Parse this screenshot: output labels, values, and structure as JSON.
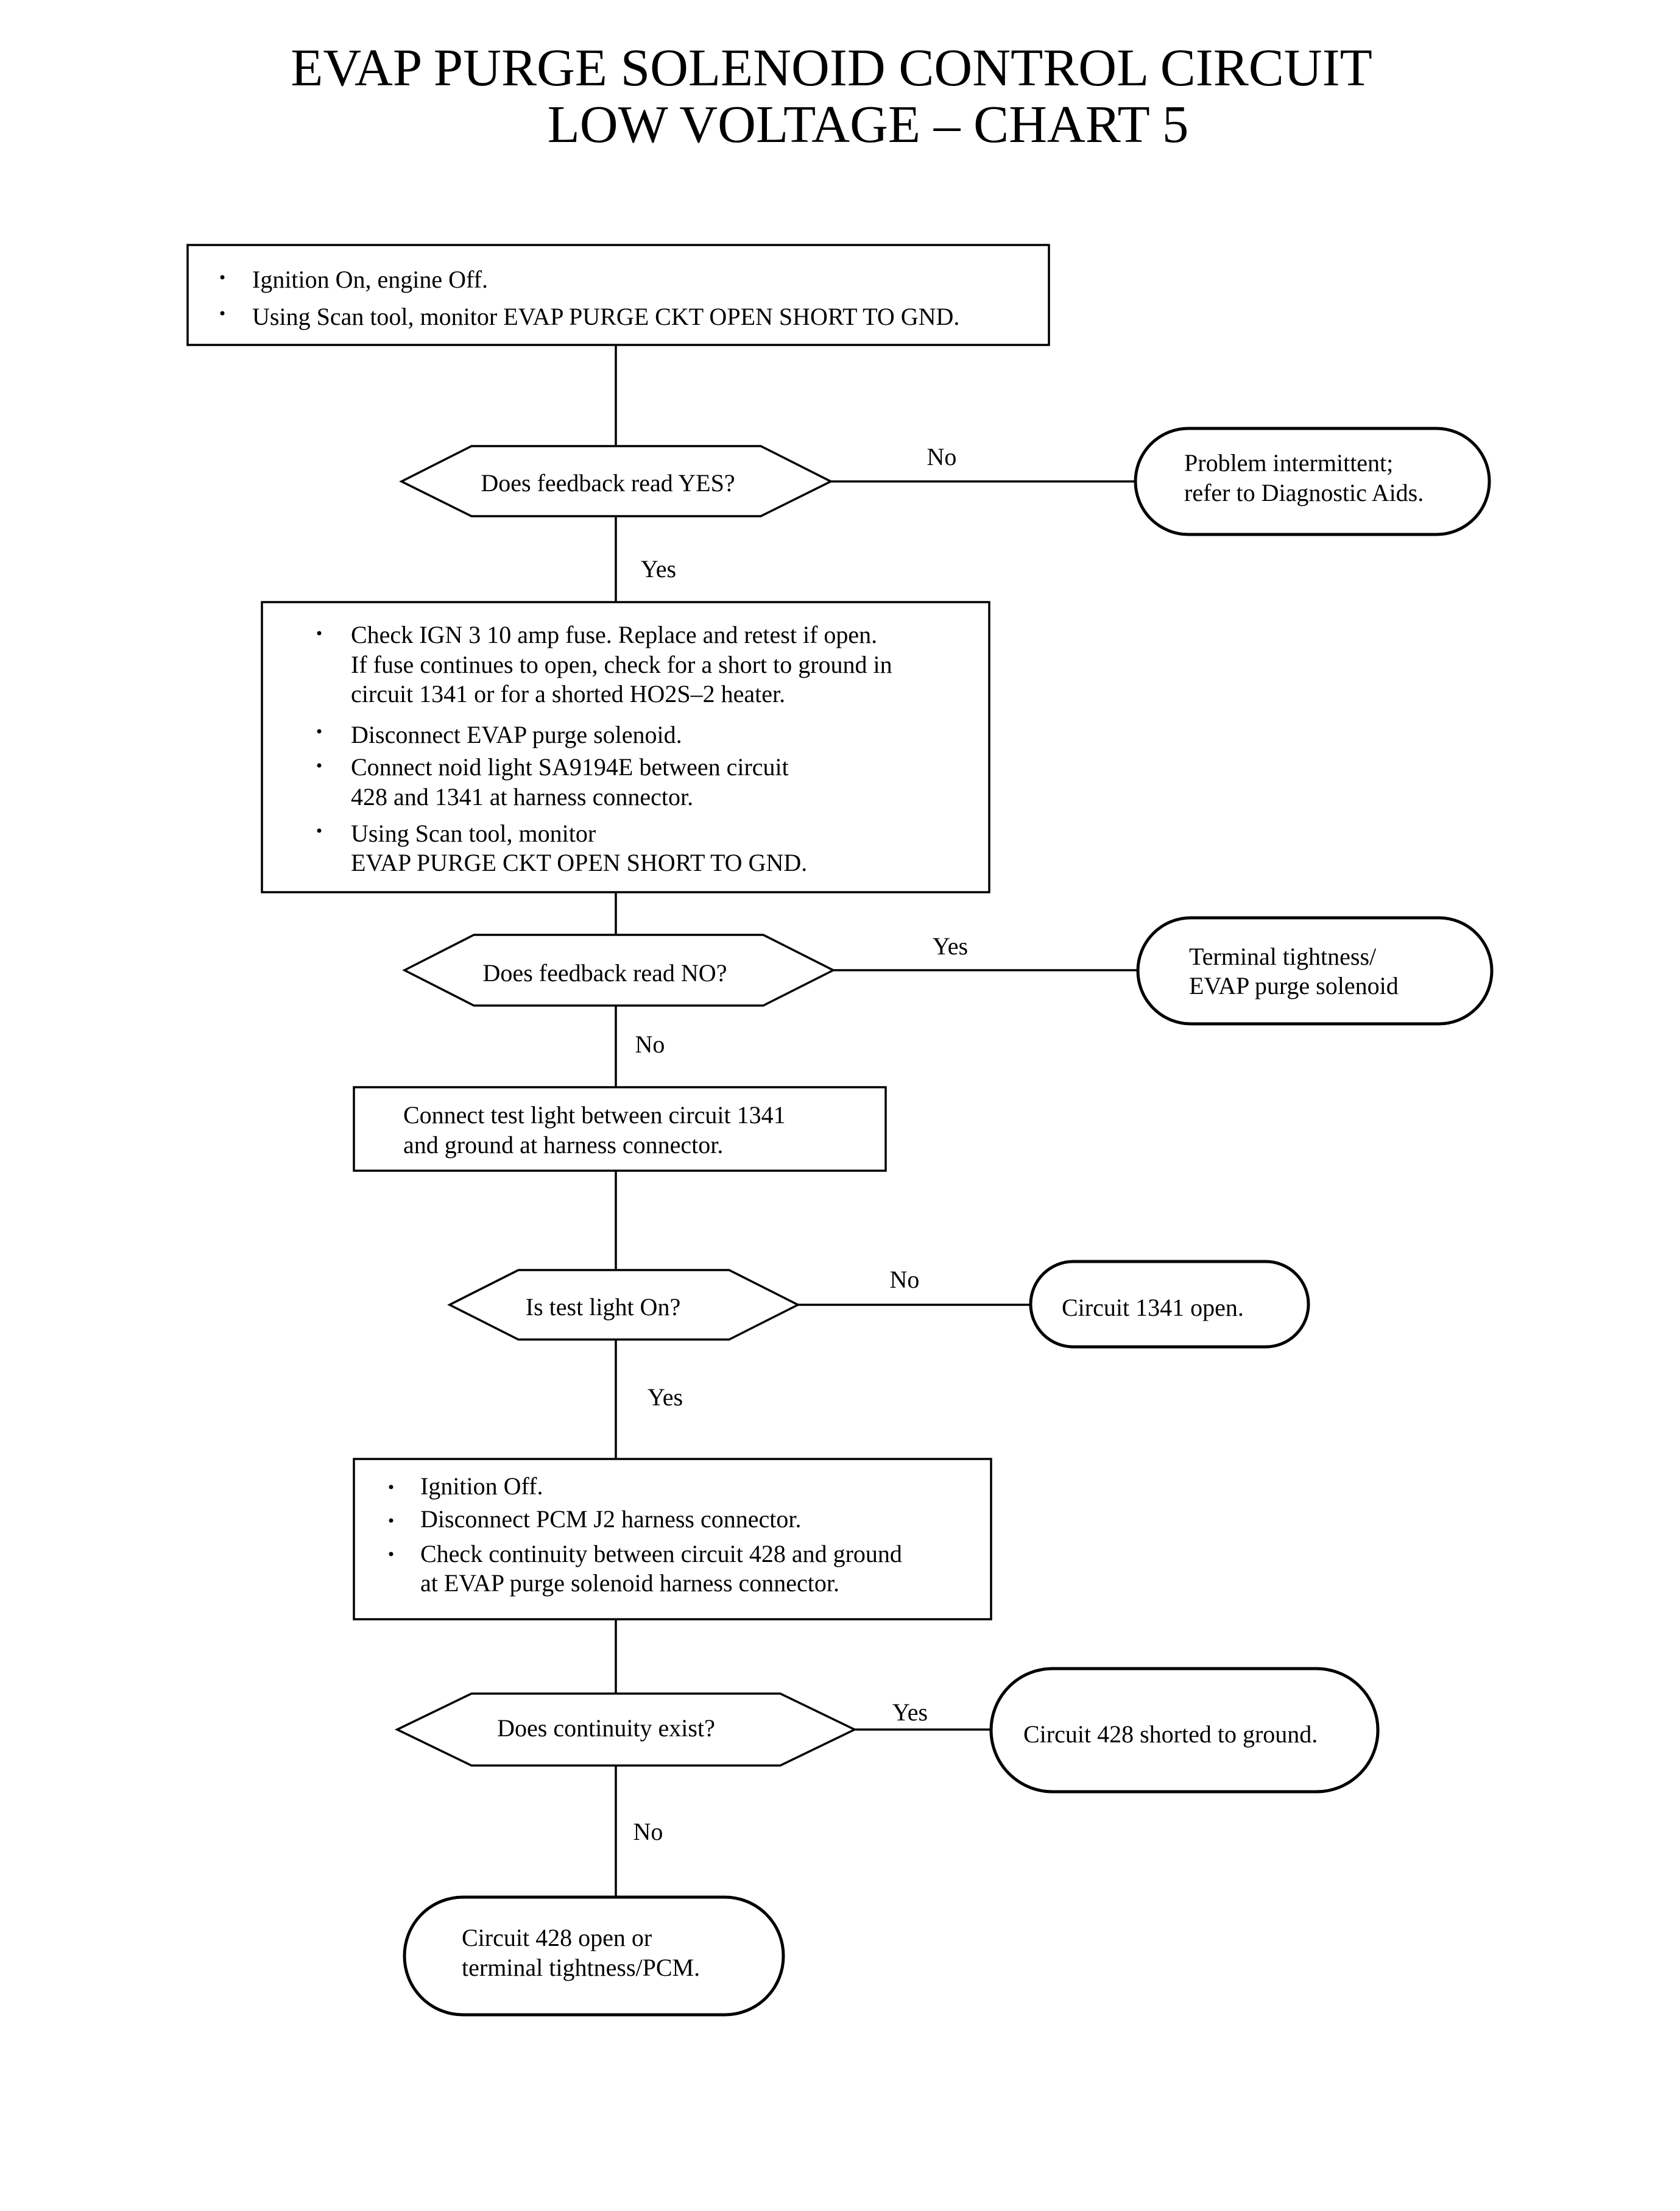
{
  "title": {
    "line1": "EVAP PURGE SOLENOID CONTROL CIRCUIT",
    "line2": "LOW VOLTAGE – CHART 5"
  },
  "step1": {
    "b1": "Ignition On, engine Off.",
    "b2": "Using Scan tool, monitor EVAP PURGE CKT OPEN SHORT TO GND."
  },
  "decision1": {
    "question": "Does feedback read YES?",
    "no_label": "No",
    "yes_label": "Yes",
    "no_result": {
      "line1": "Problem intermittent;",
      "line2": "refer to Diagnostic Aids."
    }
  },
  "step2": {
    "b1": {
      "line1": "Check IGN 3 10 amp fuse.  Replace and retest if open.",
      "line2": "If fuse continues to open, check for a short to ground in",
      "line3": "circuit 1341 or for a shorted HO2S–2 heater."
    },
    "b2": {
      "line1": "Disconnect EVAP purge solenoid."
    },
    "b3": {
      "line1": "Connect noid light SA9194E between circuit",
      "line2": "428 and 1341 at harness connector."
    },
    "b4": {
      "line1": "Using Scan tool, monitor",
      "line2": "EVAP PURGE CKT OPEN SHORT TO GND."
    }
  },
  "decision2": {
    "question": "Does feedback read NO?",
    "yes_label": "Yes",
    "no_label": "No",
    "yes_result": {
      "line1": "Terminal tightness/",
      "line2": "EVAP purge solenoid"
    }
  },
  "step3": {
    "line1": "Connect test light between circuit 1341",
    "line2": "and ground at harness connector."
  },
  "decision3": {
    "question": "Is test light On?",
    "no_label": "No",
    "yes_label": "Yes",
    "no_result": "Circuit 1341 open."
  },
  "step4": {
    "b1": "Ignition Off.",
    "b2": "Disconnect PCM J2 harness connector.",
    "b3": {
      "line1": "Check continuity between circuit 428 and ground",
      "line2": "at EVAP purge solenoid harness connector."
    }
  },
  "decision4": {
    "question": "Does continuity exist?",
    "yes_label": "Yes",
    "no_label": "No",
    "yes_result": "Circuit 428 shorted to ground."
  },
  "final_result": {
    "line1": "Circuit 428 open or",
    "line2": "terminal tightness/PCM."
  }
}
